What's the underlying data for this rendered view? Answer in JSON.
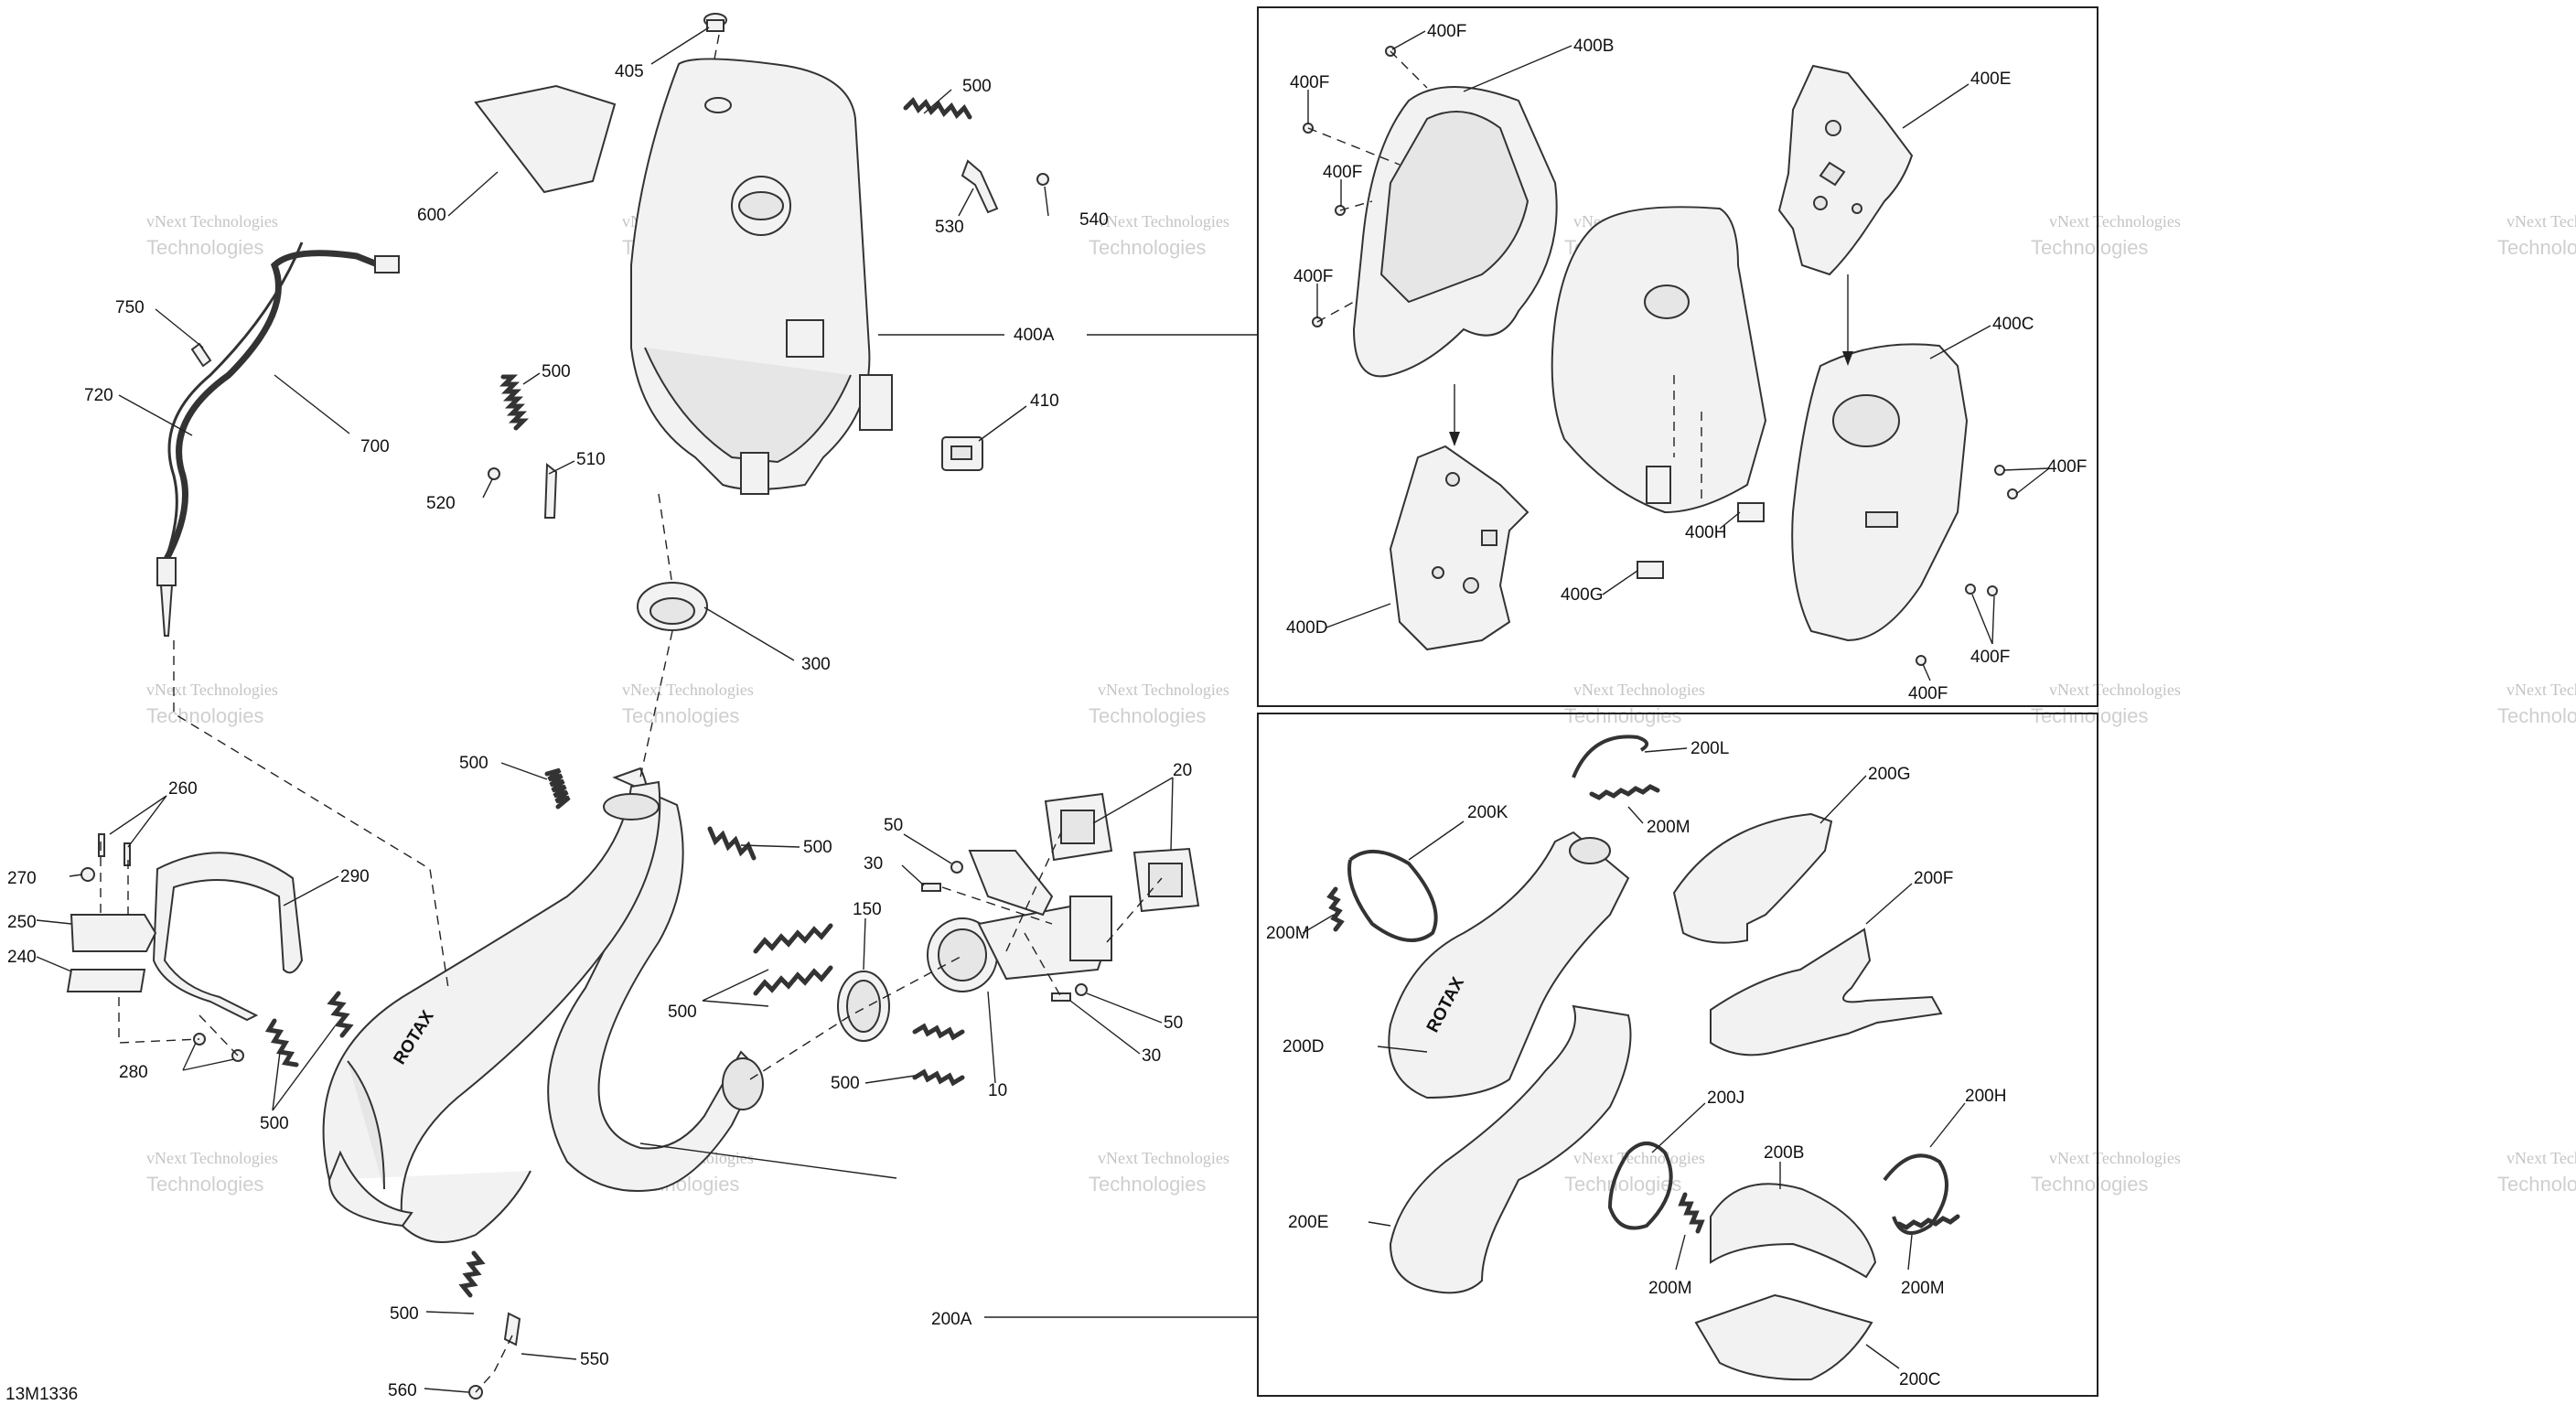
{
  "figure_ref": "13M1336",
  "watermark": {
    "line1": "vNext Technologies",
    "line2": "Technologies"
  },
  "callouts": {
    "c405": "405",
    "c600": "600",
    "c500a": "500",
    "c530": "530",
    "c540": "540",
    "c750": "750",
    "c720": "720",
    "c700": "700",
    "c500b": "500",
    "c510": "510",
    "c520": "520",
    "c400A": "400A",
    "c410": "410",
    "c300": "300",
    "c500c": "500",
    "c500d": "500",
    "c260": "260",
    "c270": "270",
    "c290": "290",
    "c250": "250",
    "c240": "240",
    "c280": "280",
    "c500e": "500",
    "c500f": "500",
    "c150": "150",
    "c50a": "50",
    "c30a": "30",
    "c20": "20",
    "c50b": "50",
    "c30b": "30",
    "c10": "10",
    "c500g": "500",
    "c500h": "500",
    "c550": "550",
    "c560": "560",
    "c200A": "200A",
    "c400F1": "400F",
    "c400B": "400B",
    "c400F2": "400F",
    "c400E": "400E",
    "c400F3": "400F",
    "c400F4": "400F",
    "c400C": "400C",
    "c400F5": "400F",
    "c400H": "400H",
    "c400G": "400G",
    "c400D": "400D",
    "c400F6": "400F",
    "c400F7": "400F",
    "c200L": "200L",
    "c200M1": "200M",
    "c200K": "200K",
    "c200G": "200G",
    "c200M2": "200M",
    "c200F": "200F",
    "c200D": "200D",
    "c200J": "200J",
    "c200H": "200H",
    "c200B": "200B",
    "c200E": "200E",
    "c200M3": "200M",
    "c200M4": "200M",
    "c200C": "200C"
  },
  "stamps": {
    "brand1": "ROTAX",
    "brand2": "ROTAX"
  }
}
